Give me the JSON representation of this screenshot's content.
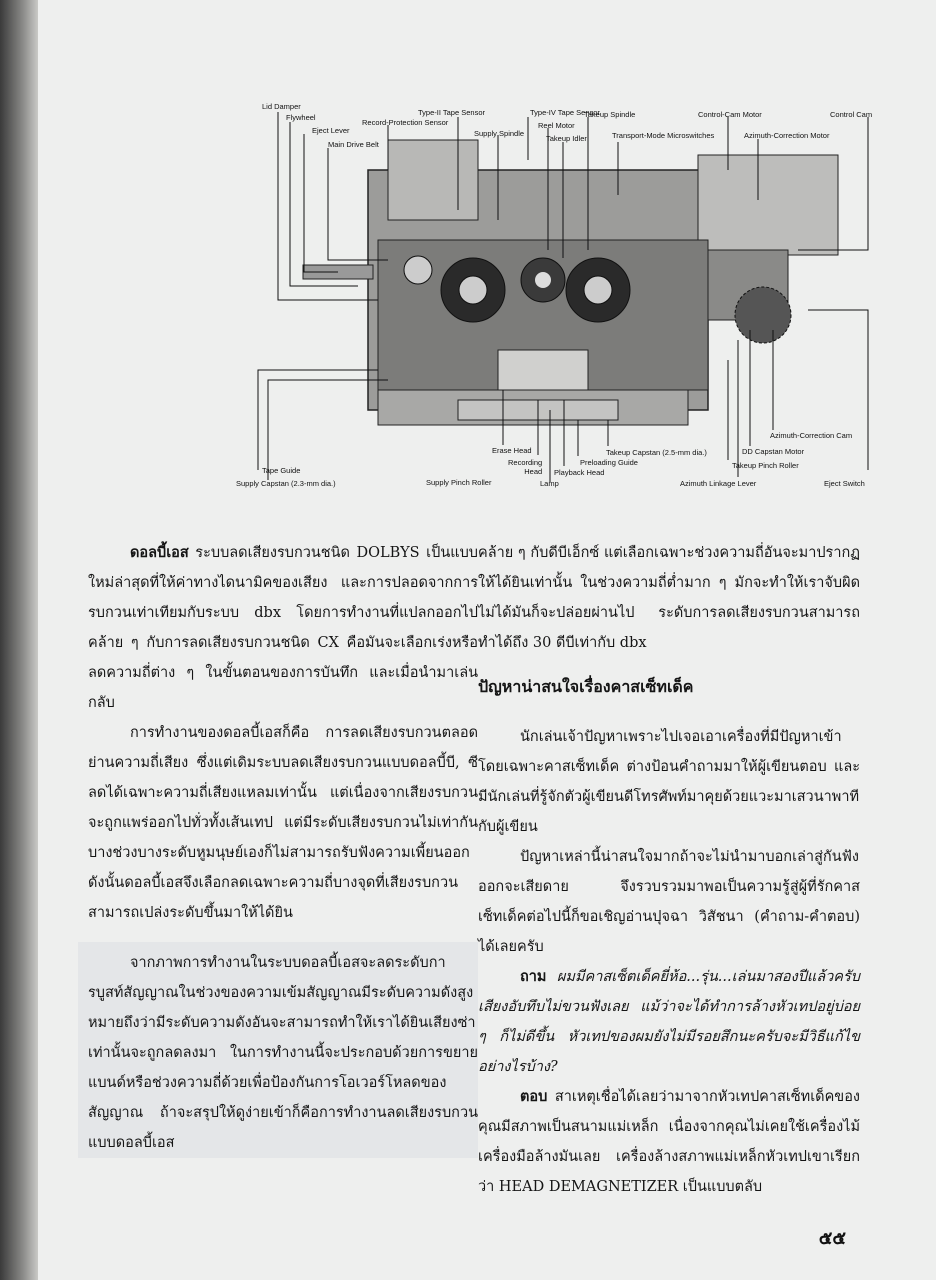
{
  "figure": {
    "labels": {
      "lid_damper": "Lid Damper",
      "flywheel": "Flywheel",
      "eject_lever": "Eject Lever",
      "main_drive_belt": "Main Drive Belt",
      "record_protection_sensor": "Record-Protection Sensor",
      "type2_tape_sensor": "Type-II Tape Sensor",
      "supply_spindle": "Supply Spindle",
      "type4_tape_sensor": "Type-IV Tape Sensor",
      "reel_motor": "Reel Motor",
      "takeup_idler": "Takeup Idler",
      "takeup_spindle": "Takeup Spindle",
      "transport_mode_microswitches": "Transport-Mode Microswitches",
      "control_cam_motor": "Control-Cam Motor",
      "azimuth_correction_motor": "Azimuth-Correction Motor",
      "control_cam": "Control Cam",
      "tape_guide": "Tape Guide",
      "supply_capstan": "Supply Capstan (2.3-mm dia.)",
      "supply_pinch_roller": "Supply Pinch Roller",
      "erase_head": "Erase Head",
      "recording_head": "Recording\nHead",
      "lamp": "Lamp",
      "playback_head": "Playback Head",
      "preloading_guide": "Preloading Guide",
      "takeup_capstan": "Takeup Capstan (2.5-mm dia.)",
      "takeup_pinch_roller": "Takeup Pinch Roller",
      "azimuth_linkage_lever": "Azimuth Linkage Lever",
      "dd_capstan_motor": "DD Capstan Motor",
      "azimuth_correction_cam": "Azimuth-Correction Cam",
      "eject_switch": "Eject Switch"
    }
  },
  "left_column": {
    "p1_keyword": "ดอลบี้เอส",
    "p1": " ระบบลดเสียงรบกวนชนิด DOLBYS เป็นแบบใหม่ล่าสุดที่ให้ค่าทางไดนามิคของเสียง และการปลอดจากการรบกวนเท่าเทียมกับระบบ dbx โดยการทำงานที่แปลกออกไปคล้าย ๆ กับการลดเสียงรบกวนชนิด CX คือมันจะเลือกเร่งหรือลดความถี่ต่าง ๆ ในขั้นตอนของการบันทึก และเมื่อนำมาเล่นกลับ",
    "p2": "การทำงานของดอลบี้เอสก็คือ การลดเสียงรบกวนตลอดย่านความถี่เสียง ซึ่งแต่เดิมระบบลดเสียงรบกวนแบบดอลบี้บี, ซี ลดได้เฉพาะความถี่เสียงแหลมเท่านั้น แต่เนื่องจากเสียงรบกวนจะถูกแพร่ออกไปทั่วทั้งเส้นเทป แต่มีระดับเสียงรบกวนไม่เท่ากัน บางช่วงบางระดับหูมนุษย์เองก็ไม่สามารถรับฟังความเพี้ยนออก ดังนั้นดอลบี้เอสจึงเลือกลดเฉพาะความถี่บางจุดที่เสียงรบกวนสามารถเปล่งระดับขึ้นมาให้ได้ยิน",
    "p3": "จากภาพการทำงานในระบบดอลบี้เอสจะลดระดับการบูสท์สัญญาณในช่วงของความเข้มสัญญาณมีระดับความดังสูง หมายถึงว่ามีระดับความดังอันจะสามารถทำให้เราได้ยินเสียงซ่าเท่านั้นจะถูกลดลงมา ในการทำงานนี้จะประกอบด้วยการขยายแบนด์หรือช่วงความถี่ด้วยเพื่อป้องกันการโอเวอร์โหลดของสัญญาณ ถ้าจะสรุปให้ดูง่ายเข้าก็คือการทำงานลดเสียงรบกวนแบบดอลบี้เอส"
  },
  "right_column": {
    "p1": "คล้าย ๆ กับดีบีเอ็กซ์ แต่เลือกเฉพาะช่วงความถี่อันจะมาปรากฏให้ได้ยินเท่านั้น ในช่วงความถี่ต่ำมาก ๆ มักจะทำให้เราจับผิดไม่ได้มันก็จะปล่อยผ่านไป ระดับการลดเสียงรบกวนสามารถทำได้ถึง 30 ดีบีเท่ากับ dbx",
    "heading": "ปัญหาน่าสนใจเรื่องคาสเซ็ทเด็ค",
    "p2": "นักเล่นเจ้าปัญหาเพราะไปเจอเอาเครื่องที่มีปัญหาเข้า โดยเฉพาะคาสเซ็ทเด็ค ต่างป้อนคำถามมาให้ผู้เขียนตอบ และมีนักเล่นที่รู้จักตัวผู้เขียนดีโทรศัพท์มาคุยด้วยแวะมาเสวนาพาทีกับผู้เขียน",
    "p3": "ปัญหาเหล่านี้น่าสนใจมากถ้าจะไม่นำมาบอกเล่าสู่กันฟัง ออกจะเสียดาย จึงรวบรวมมาพอเป็นความรู้สู่ผู้ที่รักคาสเซ็ทเด็คต่อไปนี้ก็ขอเชิญอ่านปุจฉา วิสัชนา (คำถาม-คำตอบ) ได้เลยครับ",
    "q_keyword": "ถาม",
    "q": " ผมมีคาสเซ็ตเด็คยี่ห้อ...รุ่น...เล่นมาสองปีแล้วครับเสียงอับทึบไม่ขวนฟังเลย แม้ว่าจะได้ทำการล้างหัวเทปอยู่บ่อย ๆ ก็ไม่ดีขึ้น หัวเทปของผมยังไม่มีรอยสึกนะครับจะมีวิธีแก้ไขอย่างไรบ้าง?",
    "a_keyword": "ตอบ",
    "a": " สาเหตุเชื่อได้เลยว่ามาจากหัวเทปคาสเซ็ทเด็คของคุณมีสภาพเป็นสนามแม่เหล็ก เนื่องจากคุณไม่เคยใช้เครื่องไม้เครื่องมือล้างมันเลย เครื่องล้างสภาพแม่เหล็กหัวเทปเขาเรียกว่า HEAD DEMAGNETIZER เป็นแบบตลับ"
  },
  "page_number": "๕๕"
}
